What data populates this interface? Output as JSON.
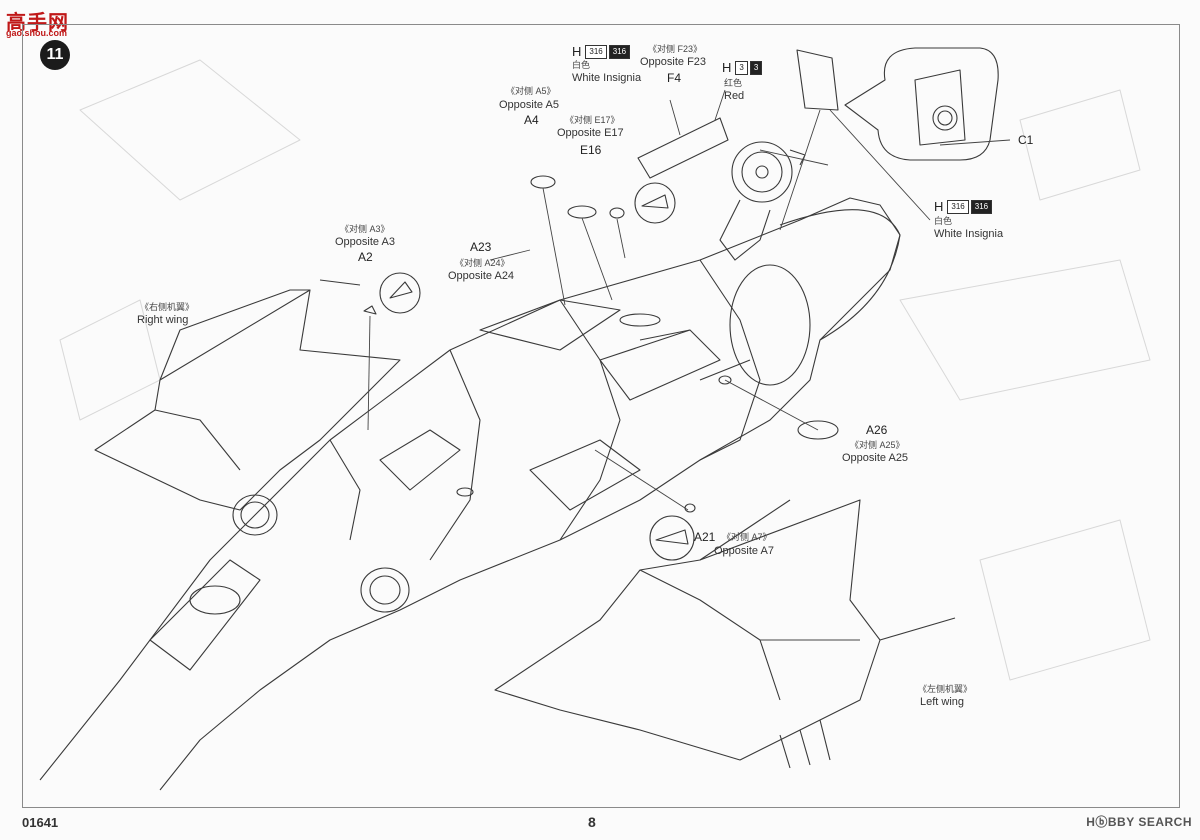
{
  "watermark": {
    "logo": "高手网",
    "url": "gao.shou.com"
  },
  "step": {
    "number": "11"
  },
  "labels": {
    "right_wing": {
      "cn": "《右侧机翼》",
      "en": "Right wing"
    },
    "left_wing": {
      "cn": "《左侧机翼》",
      "en": "Left wing"
    },
    "opp_a3": {
      "cn": "《对侧 A3》",
      "en": "Opposite A3",
      "part": "A2"
    },
    "opp_a24": {
      "cn": "《对侧 A24》",
      "en": "Opposite A24",
      "part": "A23"
    },
    "opp_a5": {
      "cn": "《对侧 A5》",
      "en": "Opposite A5",
      "part": "A4"
    },
    "opp_e17": {
      "cn": "《对侧 E17》",
      "en": "Opposite E17",
      "part": "E16"
    },
    "opp_f23": {
      "cn": "《对侧 F23》",
      "en": "Opposite F23",
      "part": "F4"
    },
    "opp_a25": {
      "cn": "《对侧 A25》",
      "en": "Opposite A25",
      "part": "A26"
    },
    "opp_a7": {
      "cn": "《对侧 A7》",
      "en": "Opposite A7",
      "part": "A21"
    },
    "part_c1": "C1"
  },
  "paints": {
    "white_top": {
      "letter": "H",
      "code1": "316",
      "code2": "316",
      "cn": "白色",
      "en": "White Insignia"
    },
    "red": {
      "letter": "H",
      "code1": "3",
      "code2": "3",
      "cn": "红色",
      "en": "Red"
    },
    "white_right": {
      "letter": "H",
      "code1": "316",
      "code2": "316",
      "cn": "白色",
      "en": "White Insignia"
    }
  },
  "footer": {
    "code": "01641",
    "page": "8",
    "brand": "HⓑBBY SEARCH"
  }
}
